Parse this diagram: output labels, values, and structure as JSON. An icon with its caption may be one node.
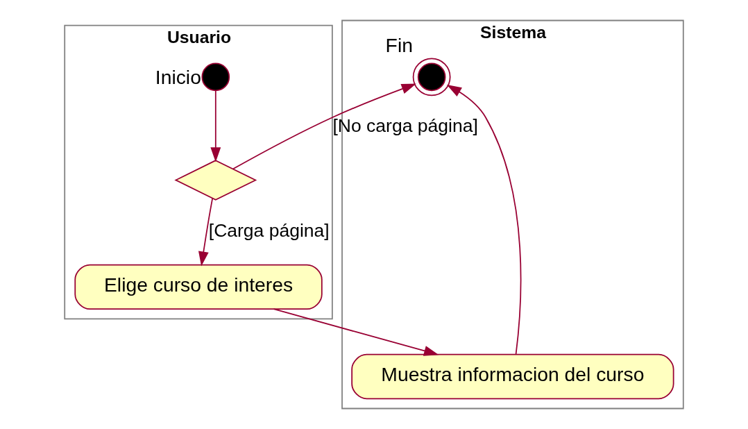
{
  "diagram": {
    "nodes": [
      {
        "text": [
          "Usuario"
        ]
      },
      {
        "text": [],
        "shape": "circle",
        "in": 0,
        "beside": [
          "Inicio"
        ]
      },
      {
        "text": [],
        "shape": "diamond",
        "in": 0
      },
      {
        "text": [
          "Elige curso de interes"
        ],
        "in": 0
      },
      {
        "text": [
          "Sistema"
        ]
      },
      {
        "text": [],
        "shape": "bullseye",
        "in": 4,
        "beside": [
          "Fin"
        ]
      },
      {
        "text": [
          "Muestra informacion del curso"
        ],
        "in": 4
      }
    ],
    "edges": [
      {
        "from": 1,
        "to": 2,
        "arrow": "to"
      },
      {
        "from": 2,
        "to": 5,
        "arrow": "to",
        "label": "[No carga página]"
      },
      {
        "from": 2,
        "to": 3,
        "arrow": "to",
        "label": "[Carga página]"
      },
      {
        "from": 3,
        "to": 6,
        "arrow": "to"
      },
      {
        "from": 6,
        "to": 5,
        "arrow": "to"
      }
    ]
  }
}
